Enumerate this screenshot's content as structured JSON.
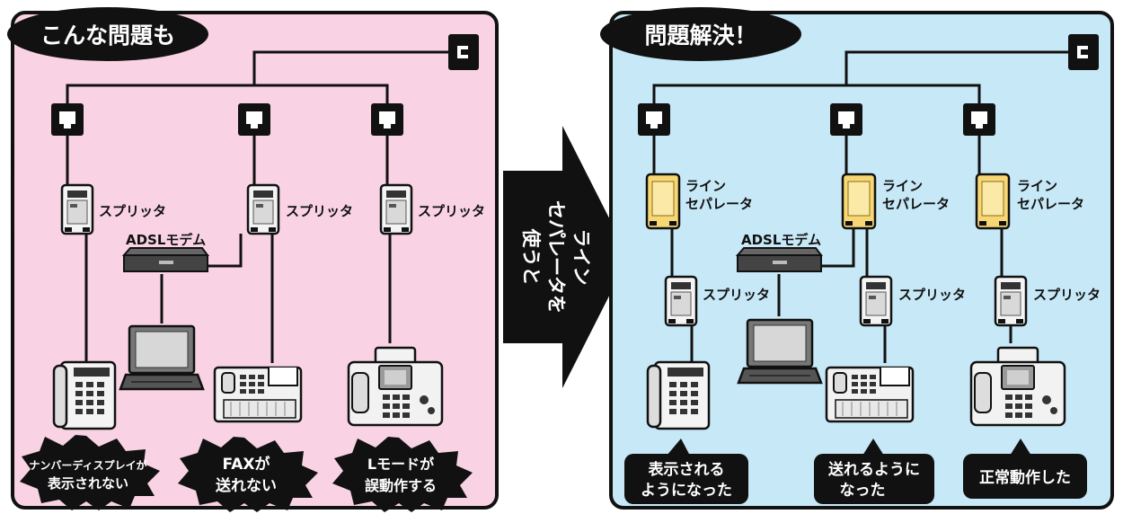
{
  "left_panel": {
    "title": "こんな問題も",
    "splitter_label": "スプリッタ",
    "modem_label": "ADSLモデム",
    "problems": [
      {
        "line1": "ナンバーディスプレイが",
        "line2": "表示されない"
      },
      {
        "line1": "FAXが",
        "line2": "送れない"
      },
      {
        "line1": "Lモードが",
        "line2": "誤動作する"
      }
    ]
  },
  "arrow": {
    "lines": [
      "ライン",
      "セパレータを",
      "使うと"
    ]
  },
  "right_panel": {
    "title": "問題解決！",
    "separator_line1": "ライン",
    "separator_line2": "セパレータ",
    "splitter_label": "スプリッタ",
    "modem_label": "ADSLモデム",
    "results": [
      {
        "line1": "表示される",
        "line2": "ようになった"
      },
      {
        "line1": "送れるように",
        "line2": "なった"
      },
      {
        "line1": "正常動作した",
        "line2": ""
      }
    ]
  },
  "colors": {
    "left_panel_bg": "#f9d3e3",
    "right_panel_bg": "#c7e8f7",
    "separator_fill": "#f7d774",
    "ink": "#111111"
  }
}
